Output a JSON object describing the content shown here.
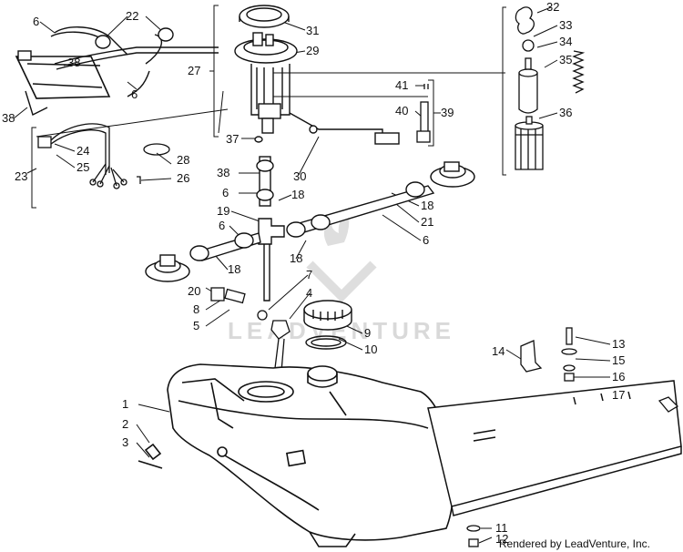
{
  "credit": "Rendered by LeadVenture, Inc.",
  "watermark": "LEADVENTURE",
  "callouts": [
    "1",
    "2",
    "3",
    "4",
    "5",
    "6",
    "7",
    "8",
    "9",
    "10",
    "11",
    "12",
    "13",
    "14",
    "15",
    "16",
    "17",
    "18",
    "19",
    "20",
    "21",
    "22",
    "23",
    "24",
    "25",
    "26",
    "27",
    "28",
    "29",
    "30",
    "31",
    "32",
    "33",
    "34",
    "35",
    "36",
    "37",
    "38",
    "39",
    "40",
    "41"
  ],
  "colors": {
    "line": "#111111",
    "watermark": "#d9d9d9",
    "background": "#ffffff"
  }
}
